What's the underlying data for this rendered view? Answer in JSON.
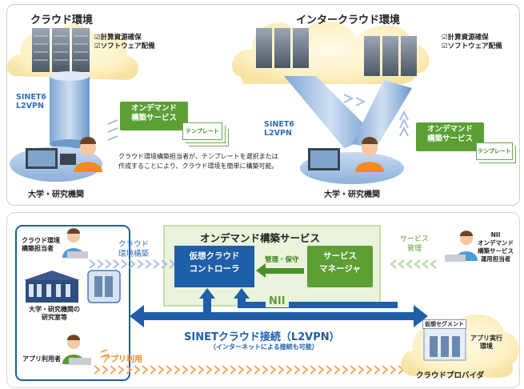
{
  "top": {
    "cloud_env_title": "クラウド環境",
    "intercloud_title": "インタークラウド環境",
    "checklist": [
      "☑計算資源確保",
      "☑ソフトウェア配備"
    ],
    "sinet_label_l1": "SINET6",
    "sinet_label_l2": "L2VPN",
    "ondemand_l1": "オンデマンド",
    "ondemand_l2": "構築サービス",
    "template_label": "テンプレート",
    "description_l1": "クラウド環境構築担当者が、テンプレートを選択または",
    "description_l2": "作成することにより、クラウド環境を簡単に構築可能。",
    "university_label": "大学・研究機関"
  },
  "bottom": {
    "ondemand_title": "オンデマンド構築サービス",
    "left_builder_l1": "クラウド環境",
    "left_builder_l2": "構築担当者",
    "cloud_build_l1": "クラウド",
    "cloud_build_l2": "環境構築",
    "univ_lab_l1": "大学・研究機関の",
    "univ_lab_l2": "研究室等",
    "app_user": "アプリ利用者",
    "app_use": "アプリ利用",
    "controller_l1": "仮想クラウド",
    "controller_l2": "コントローラ",
    "mgmt": "管理・保守",
    "service_mgr_l1": "サービス",
    "service_mgr_l2": "マネージャ",
    "service_mgmt_l1": "サービス",
    "service_mgmt_l2": "管理",
    "nii_op_l1": "NII",
    "nii_op_l2": "オンデマンド",
    "nii_op_l3": "構築サービス",
    "nii_op_l4": "運用担当者",
    "nii": "NII",
    "sinet_conn": "SINETクラウド接続（L2VPN）",
    "sinet_conn_sub": "（インターネットによる接続も可能）",
    "virtual_segment": "仮想セグメント",
    "app_exec_l1": "アプリ実行",
    "app_exec_l2": "環境",
    "cloud_provider": "クラウドプロバイダ"
  },
  "colors": {
    "accent_blue": "#1f5ea8",
    "accent_green": "#5c9f35",
    "orange": "#f08a1d"
  }
}
